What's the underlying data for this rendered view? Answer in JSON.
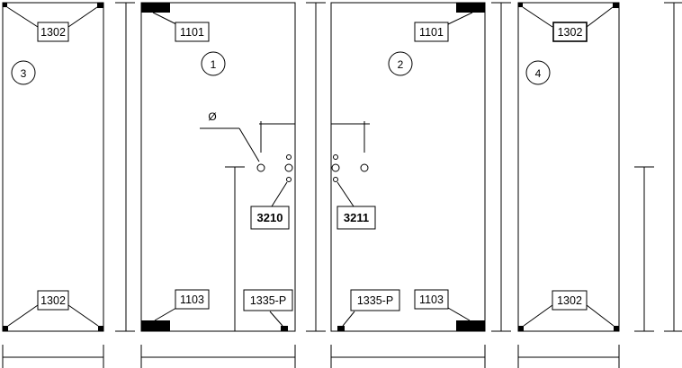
{
  "panels": [
    {
      "id": "panel-3",
      "number": "3",
      "top_code": "1302",
      "bottom_code": "1302"
    },
    {
      "id": "panel-1",
      "number": "1",
      "top_code": "1101",
      "bottom_code": "1103",
      "hinge_code": "1335-P",
      "hole_code": "3210",
      "diameter_symbol": "Ø"
    },
    {
      "id": "panel-2",
      "number": "2",
      "top_code": "1101",
      "bottom_code": "1103",
      "hinge_code": "1335-P",
      "hole_code": "3211"
    },
    {
      "id": "panel-4",
      "number": "4",
      "top_code": "1302",
      "bottom_code": "1302"
    }
  ]
}
